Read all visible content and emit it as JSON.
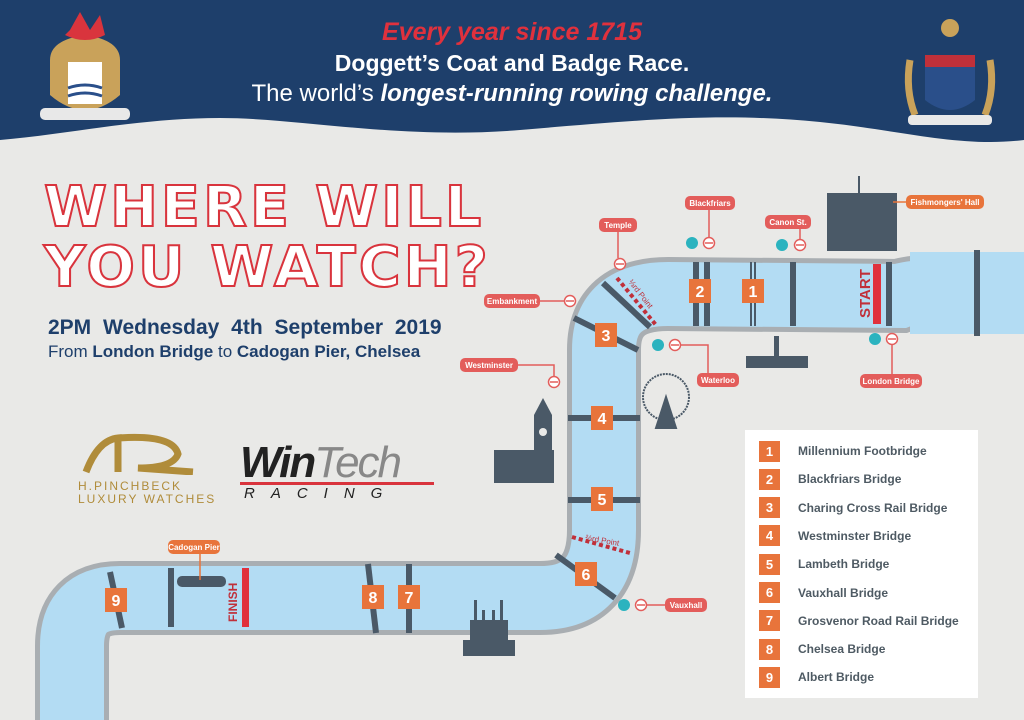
{
  "header": {
    "tagline": "Every year since 1715",
    "race_name": "Doggett’s Coat and Badge Race.",
    "subtitle_prefix": "The world’s ",
    "subtitle_emphasis": "longest-running rowing challenge.",
    "colors": {
      "navy": "#1e3f6b",
      "red": "#e0313d"
    }
  },
  "title": {
    "line1": "WHERE WILL",
    "line2": "YOU WATCH?"
  },
  "event": {
    "date": "2PM Wednesday 4th September 2019",
    "route_from_word": "From ",
    "route_start": "London Bridge",
    "route_to_word": " to ",
    "route_end": "Cadogan Pier, Chelsea"
  },
  "sponsors": {
    "pinchbeck_line1": "H.PINCHBECK",
    "pinchbeck_line2": "LUXURY WATCHES",
    "wintech_bold": "Win",
    "wintech_light": "Tech",
    "wintech_sub": "RACING"
  },
  "map": {
    "markers": {
      "start": "START",
      "finish": "FINISH",
      "third": "⅓rd Point",
      "two_thirds": "⅔rd Point"
    },
    "stations": {
      "temple": "Temple",
      "blackfriars": "Blackfriars",
      "canon_st": "Canon St.",
      "fishmongers": "Fishmongers' Hall",
      "embankment": "Embankment",
      "westminster": "Westminster",
      "waterloo": "Waterloo",
      "london_bridge": "London Bridge",
      "vauxhall": "Vauxhall",
      "cadogan_pier": "Cadogan Pier"
    },
    "colors": {
      "river": "#b3dcf3",
      "bank": "#a9aeb2",
      "bridge": "#4a5967",
      "badge": "#e8743b",
      "station": "#e35d5b",
      "rail": "#2bb3bf"
    }
  },
  "legend": [
    {
      "num": "1",
      "name": "Millennium Footbridge"
    },
    {
      "num": "2",
      "name": "Blackfriars Bridge"
    },
    {
      "num": "3",
      "name": "Charing Cross Rail Bridge"
    },
    {
      "num": "4",
      "name": "Westminster Bridge"
    },
    {
      "num": "5",
      "name": "Lambeth Bridge"
    },
    {
      "num": "6",
      "name": "Vauxhall Bridge"
    },
    {
      "num": "7",
      "name": "Grosvenor Road Rail Bridge"
    },
    {
      "num": "8",
      "name": "Chelsea Bridge"
    },
    {
      "num": "9",
      "name": "Albert Bridge"
    }
  ]
}
